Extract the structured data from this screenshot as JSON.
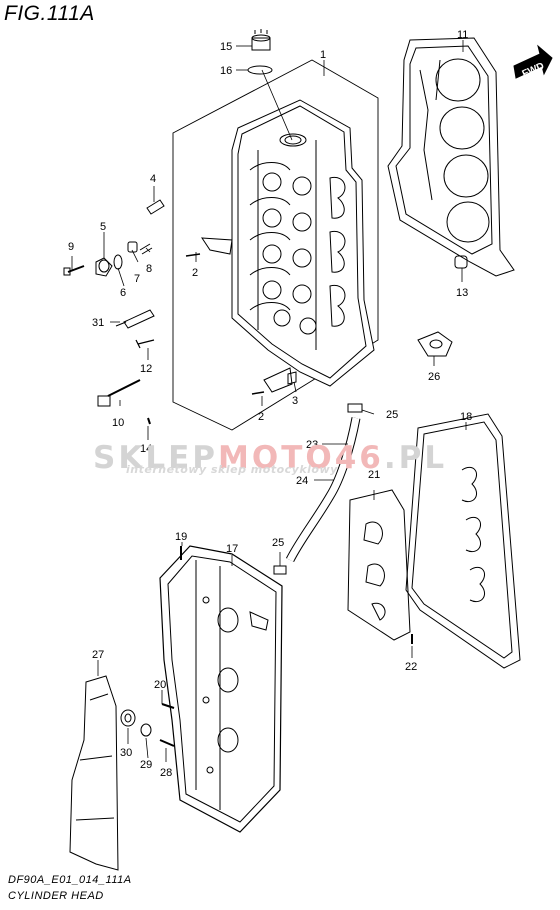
{
  "figure": {
    "title": "FIG.111A"
  },
  "footer": {
    "code": "DF90A_E01_014_111A",
    "name": "CYLINDER HEAD"
  },
  "direction_marker": {
    "label": "FWD"
  },
  "watermark": {
    "brand_gray_1": "SKLEP",
    "brand_red": "MOTO",
    "brand_gray_2": "46",
    "brand_suffix": ".PL",
    "tagline": "internetowy sklep motocyklowy",
    "colors": {
      "gray": "#d4d4d4",
      "red": "#f2b8b8"
    }
  },
  "callouts": [
    {
      "id": "1",
      "text": "1"
    },
    {
      "id": "2a",
      "text": "2"
    },
    {
      "id": "2b",
      "text": "2"
    },
    {
      "id": "3",
      "text": "3"
    },
    {
      "id": "4",
      "text": "4"
    },
    {
      "id": "5",
      "text": "5"
    },
    {
      "id": "6",
      "text": "6"
    },
    {
      "id": "7",
      "text": "7"
    },
    {
      "id": "8",
      "text": "8"
    },
    {
      "id": "9",
      "text": "9"
    },
    {
      "id": "10",
      "text": "10"
    },
    {
      "id": "11",
      "text": "11"
    },
    {
      "id": "12",
      "text": "12"
    },
    {
      "id": "13",
      "text": "13"
    },
    {
      "id": "14",
      "text": "14"
    },
    {
      "id": "15",
      "text": "15"
    },
    {
      "id": "16",
      "text": "16"
    },
    {
      "id": "17",
      "text": "17"
    },
    {
      "id": "18",
      "text": "18"
    },
    {
      "id": "19",
      "text": "19"
    },
    {
      "id": "20",
      "text": "20"
    },
    {
      "id": "21",
      "text": "21"
    },
    {
      "id": "22",
      "text": "22"
    },
    {
      "id": "23",
      "text": "23"
    },
    {
      "id": "24",
      "text": "24"
    },
    {
      "id": "25a",
      "text": "25"
    },
    {
      "id": "25b",
      "text": "25"
    },
    {
      "id": "26",
      "text": "26"
    },
    {
      "id": "27",
      "text": "27"
    },
    {
      "id": "28",
      "text": "28"
    },
    {
      "id": "29",
      "text": "29"
    },
    {
      "id": "30",
      "text": "30"
    },
    {
      "id": "31",
      "text": "31"
    }
  ]
}
